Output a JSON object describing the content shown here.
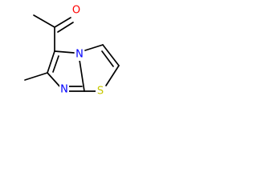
{
  "structure": {
    "atoms": {
      "oxygen": {
        "symbol": "O",
        "color": "#ff0000"
      },
      "ring_nitrogen": {
        "symbol": "N",
        "color": "#0000ff"
      },
      "imine_nitrogen": {
        "symbol": "N",
        "color": "#0000ff"
      },
      "sulfur": {
        "symbol": "S",
        "color": "#c8c800"
      }
    },
    "bond_color": "#000000",
    "background": "#ffffff"
  }
}
